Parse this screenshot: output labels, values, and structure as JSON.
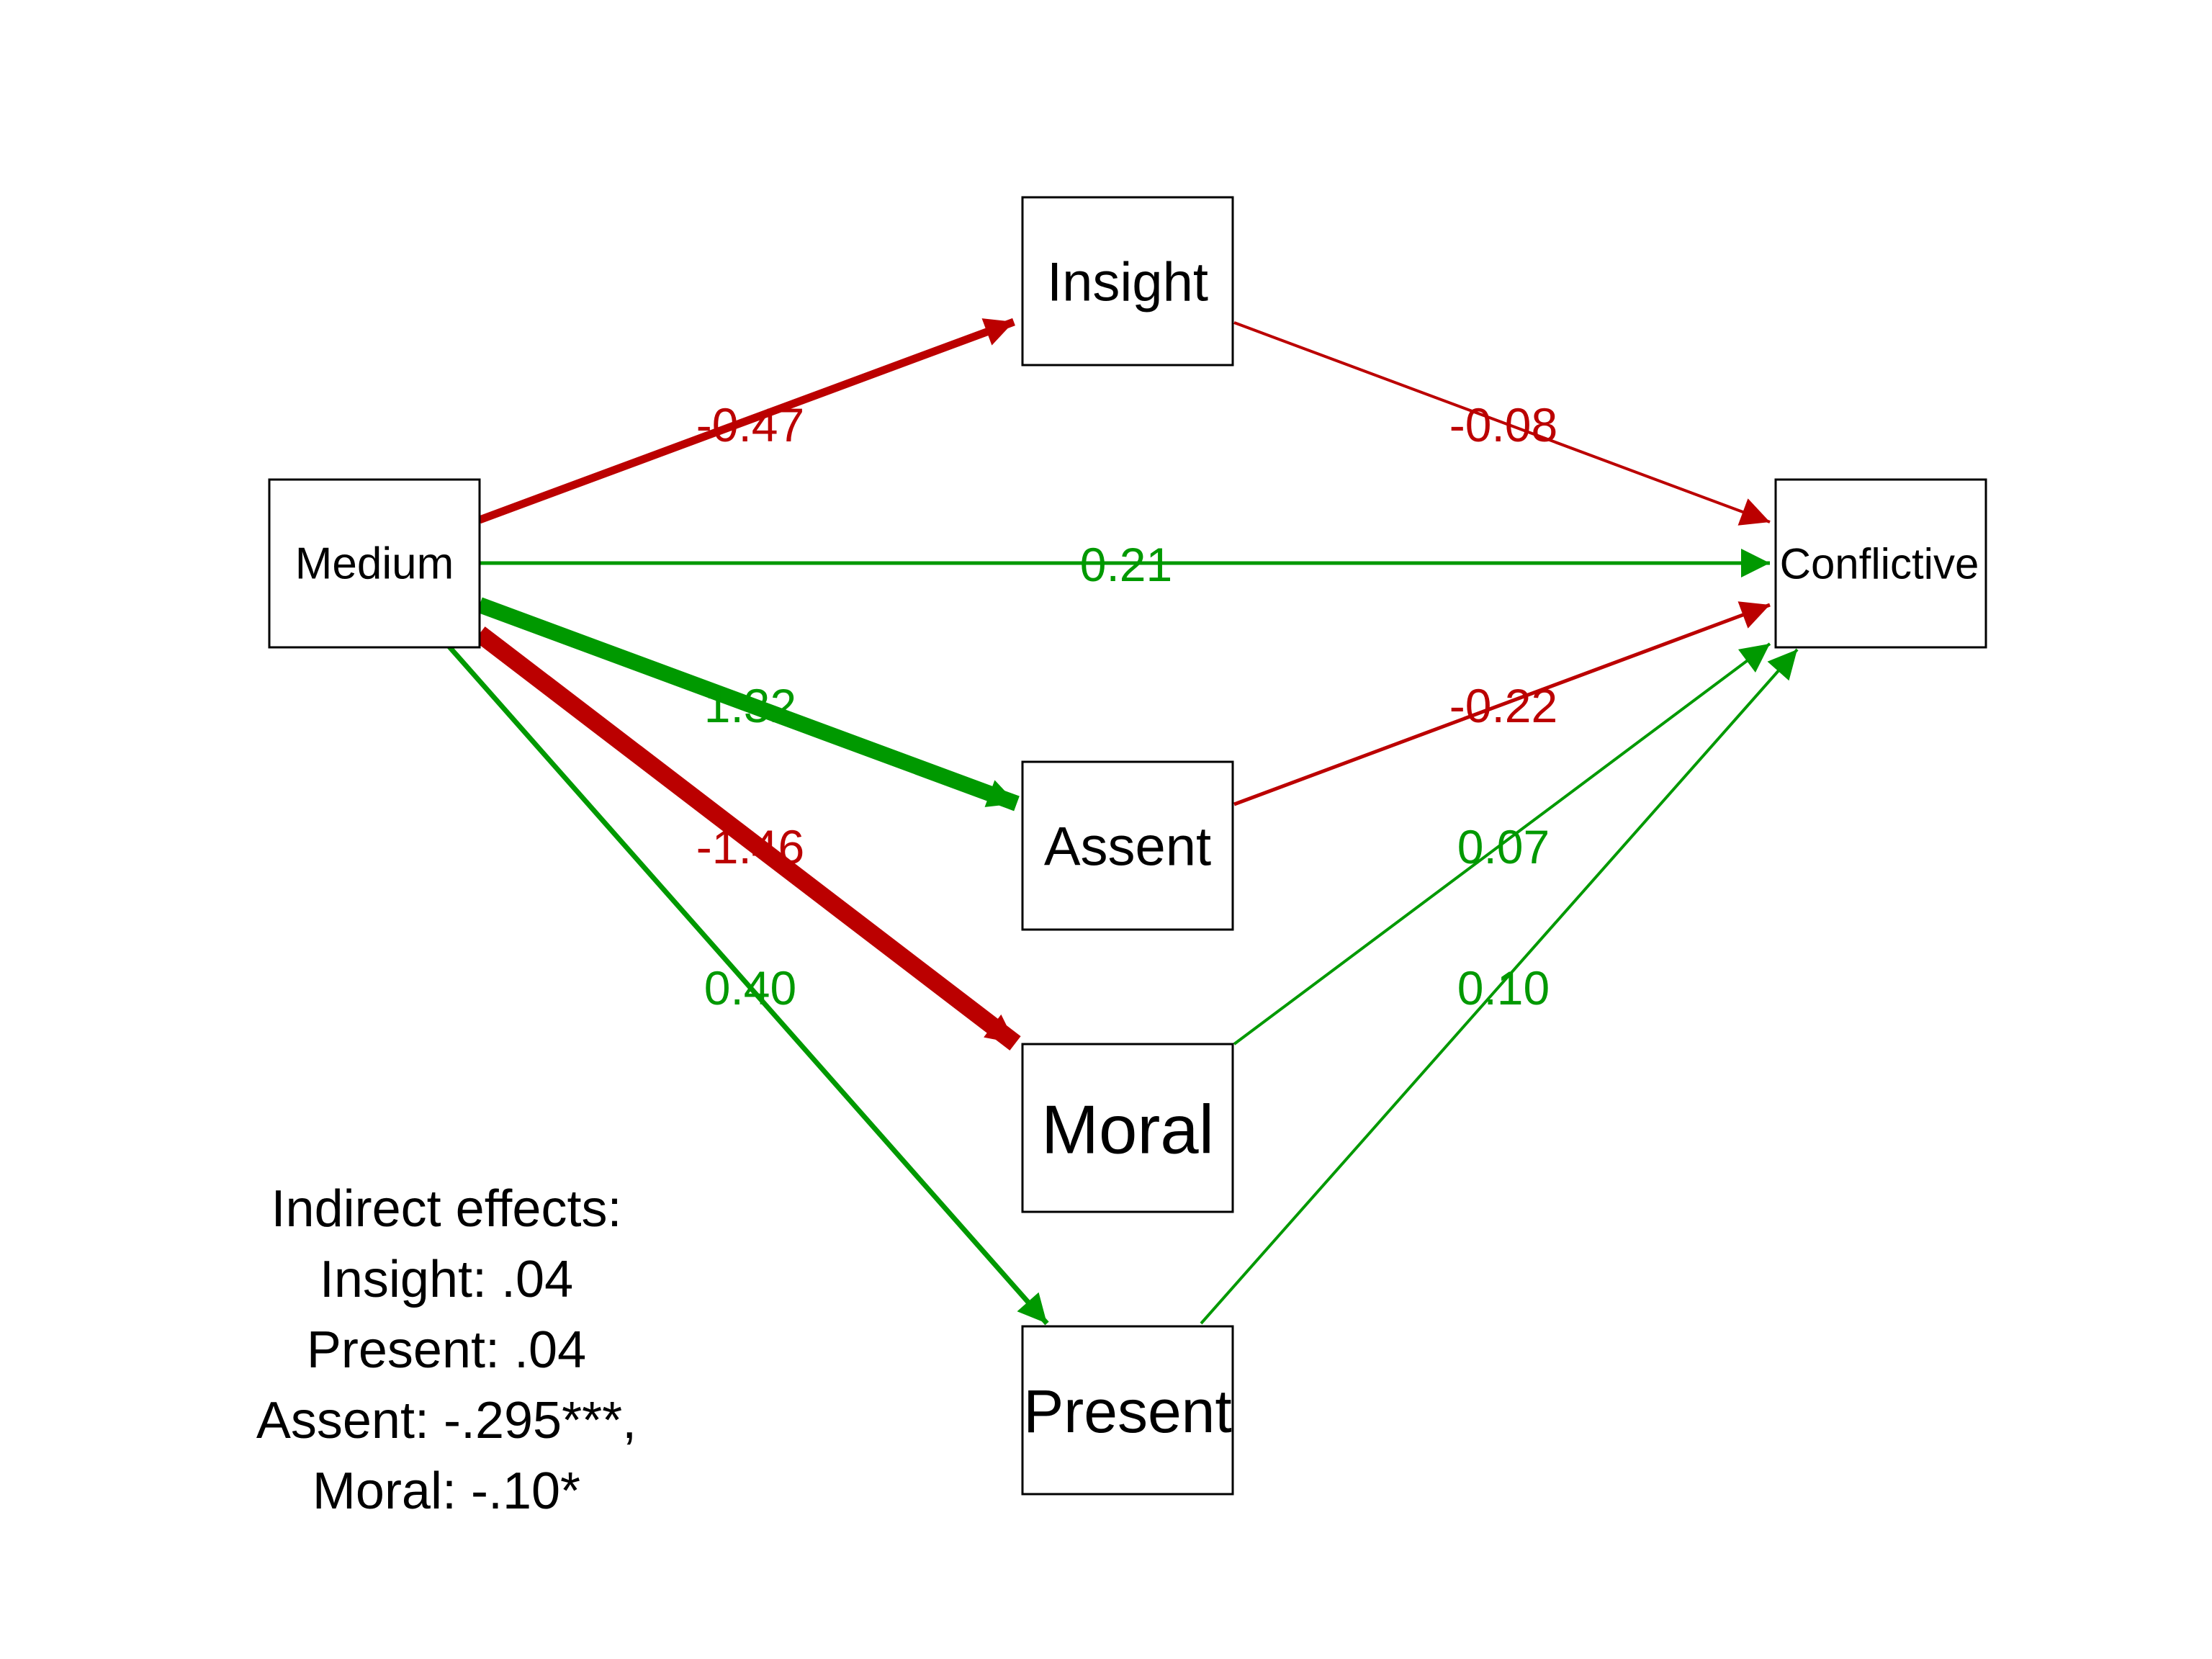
{
  "colors": {
    "positive": "#009900",
    "negative": "#bb0000",
    "border": "#000000"
  },
  "nodes": {
    "medium": "Medium",
    "insight": "Insight",
    "assent": "Assent",
    "moral": "Moral",
    "present": "Present",
    "conflictive": "Conflictive"
  },
  "edges": [
    {
      "from": "medium",
      "to": "insight",
      "label": "-0.47",
      "sign": "negative"
    },
    {
      "from": "medium",
      "to": "conflictive",
      "label": "0.21",
      "sign": "positive"
    },
    {
      "from": "medium",
      "to": "assent",
      "label": "1.32",
      "sign": "positive"
    },
    {
      "from": "medium",
      "to": "moral",
      "label": "-1.46",
      "sign": "negative"
    },
    {
      "from": "medium",
      "to": "present",
      "label": "0.40",
      "sign": "positive"
    },
    {
      "from": "insight",
      "to": "conflictive",
      "label": "-0.08",
      "sign": "negative"
    },
    {
      "from": "assent",
      "to": "conflictive",
      "label": "-0.22",
      "sign": "negative"
    },
    {
      "from": "moral",
      "to": "conflictive",
      "label": "0.07",
      "sign": "positive"
    },
    {
      "from": "present",
      "to": "conflictive",
      "label": "0.10",
      "sign": "positive"
    }
  ],
  "indirect_effects": {
    "title": "Indirect effects:",
    "lines": [
      "Insight: .04",
      "Present: .04",
      "Assent: -.295***,",
      "Moral: -.10*"
    ]
  }
}
